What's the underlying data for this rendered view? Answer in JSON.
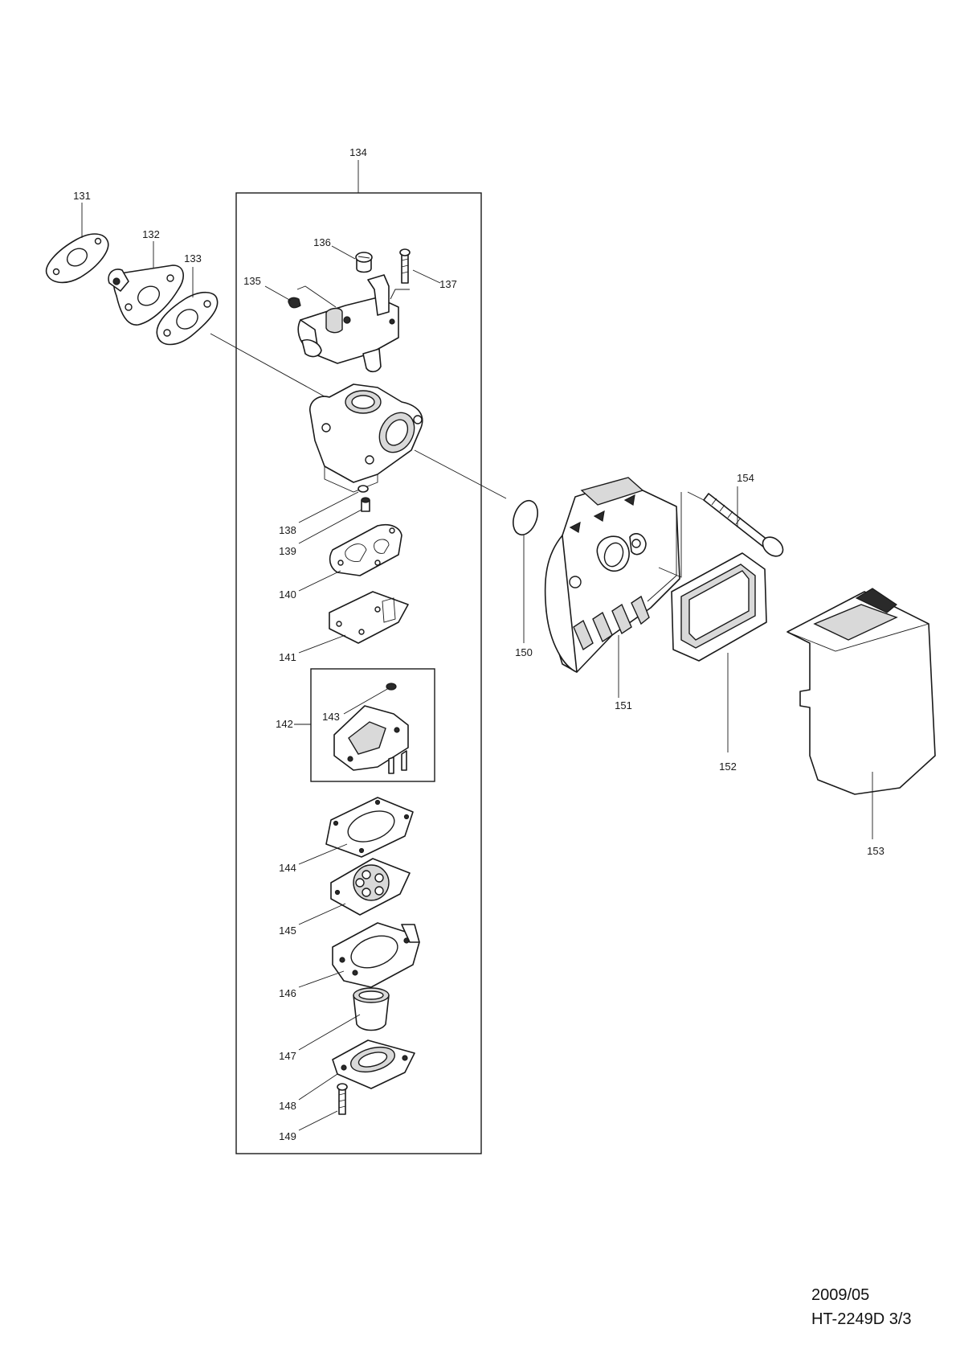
{
  "labels": {
    "p131": "131",
    "p132": "132",
    "p133": "133",
    "p134": "134",
    "p135": "135",
    "p136": "136",
    "p137": "137",
    "p138": "138",
    "p139": "139",
    "p140": "140",
    "p141": "141",
    "p142": "142",
    "p143": "143",
    "p144": "144",
    "p145": "145",
    "p146": "146",
    "p147": "147",
    "p148": "148",
    "p149": "149",
    "p150": "150",
    "p151": "151",
    "p152": "152",
    "p153": "153",
    "p154": "154"
  },
  "footer": {
    "date": "2009/05",
    "model_page": "HT-2249D 3/3"
  }
}
